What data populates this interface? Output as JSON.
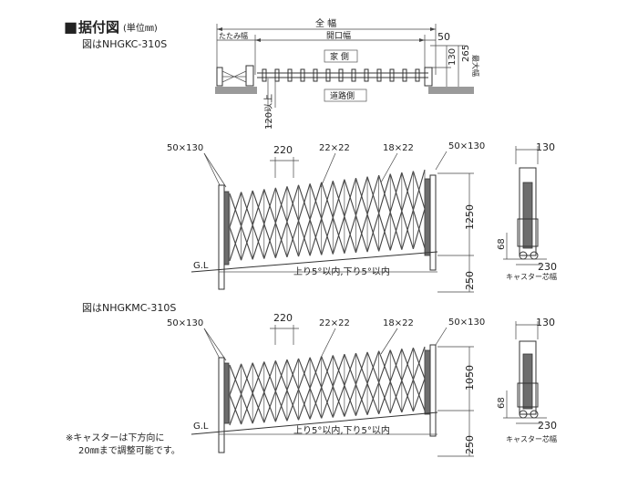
{
  "header": {
    "title_mark": "■",
    "title": "据付図",
    "title_unit": "(単位㎜)"
  },
  "plan_view": {
    "model_label": "図はNHGKC-310S",
    "total_width_label": "全 幅",
    "fold_width_label": "たたみ幅",
    "opening_width_label": "開口幅",
    "dim_50": "50",
    "dim_130": "130",
    "dim_265": "265",
    "max_width_label": "最大幅",
    "house_side_label": "家 側",
    "road_side_label": "道路側",
    "dim_120_min": "120以上"
  },
  "elevation_1": {
    "dim_50x130_left": "50×130",
    "dim_220": "220",
    "dim_22x22": "22×22",
    "dim_18x22": "18×22",
    "dim_50x130_right": "50×130",
    "dim_height": "1250",
    "dim_250": "250",
    "gl_label": "G.L",
    "slope_label": "上り5°以内,下り5°以内"
  },
  "side_1": {
    "dim_130": "130",
    "dim_68": "68",
    "dim_230": "230",
    "caster_label": "キャスター芯幅"
  },
  "elevation_2": {
    "model_label": "図はNHGKMC-310S",
    "dim_50x130_left": "50×130",
    "dim_220": "220",
    "dim_22x22": "22×22",
    "dim_18x22": "18×22",
    "dim_50x130_right": "50×130",
    "dim_height": "1050",
    "dim_250": "250",
    "gl_label": "G.L",
    "slope_label": "上り5°以内,下り5°以内"
  },
  "side_2": {
    "dim_130": "130",
    "dim_68": "68",
    "dim_230": "230",
    "caster_label": "キャスター芯幅"
  },
  "notes": {
    "caster_note_line1": "※キャスターは下方向に",
    "caster_note_line2": "20㎜まで調整可能です。"
  }
}
